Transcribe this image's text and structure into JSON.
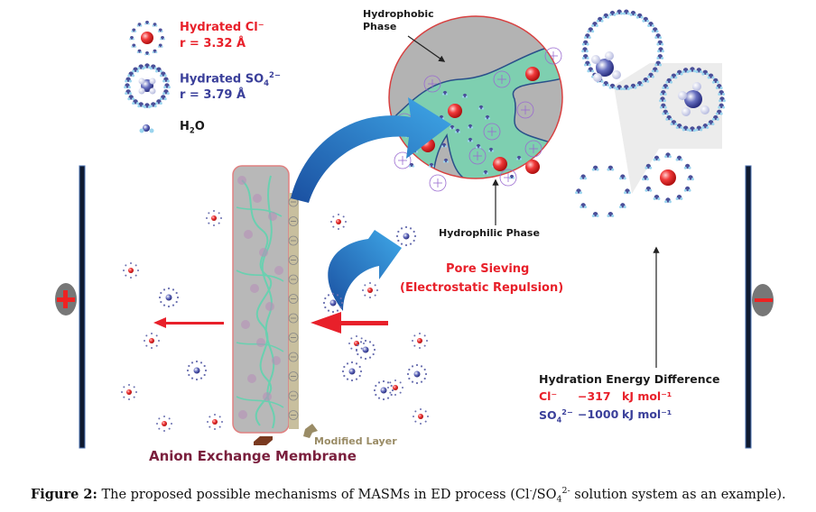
{
  "legend": {
    "cl_title": "Hydrated Cl⁻",
    "cl_radius": "r = 3.32 Å",
    "so4_title_base": "Hydrated SO",
    "so4_sub": "4",
    "so4_sup": "2−",
    "so4_radius": "r = 3.79 Å",
    "water_base": "H",
    "water_sub": "2",
    "water_tail": "O"
  },
  "labels": {
    "hydrophobic_line1": "Hydrophobic",
    "hydrophobic_line2": "Phase",
    "hydrophilic": "Hydrophilic Phase",
    "pore_sieving": "Pore Sieving",
    "electrostatic": "(Electrostatic Repulsion)",
    "modified_layer": "Modified Layer",
    "membrane": "Anion Exchange Membrane"
  },
  "electrodes": {
    "left_symbol": "+",
    "right_symbol": "−"
  },
  "energy": {
    "title": "Hydration Energy Difference",
    "cl_ion": "Cl⁻",
    "cl_value": "−317",
    "cl_unit": "kJ mol⁻¹",
    "so4_base": "SO",
    "so4_sub": "4",
    "so4_sup": "2−",
    "so4_value": "−1000",
    "so4_unit": "kJ mol⁻¹"
  },
  "caption": {
    "figure_label": "Figure 2:",
    "text_before": " The proposed possible mechanisms of MASMs in ED process (Cl",
    "cl_sup": "-",
    "slash": "/SO",
    "so4_sub": "4",
    "so4_sup": "2-",
    "text_after": " solution system as an example)."
  },
  "colors": {
    "cl_red": "#e8202a",
    "so4_blue": "#3a3f9a",
    "membrane_text": "#7a1f3d",
    "modified_text": "#9a8c66",
    "hydrophilic_green": "#7ecfb0",
    "hydrophobic_gray": "#b3b3b3",
    "arrow_blue": "#1f6fc0"
  }
}
